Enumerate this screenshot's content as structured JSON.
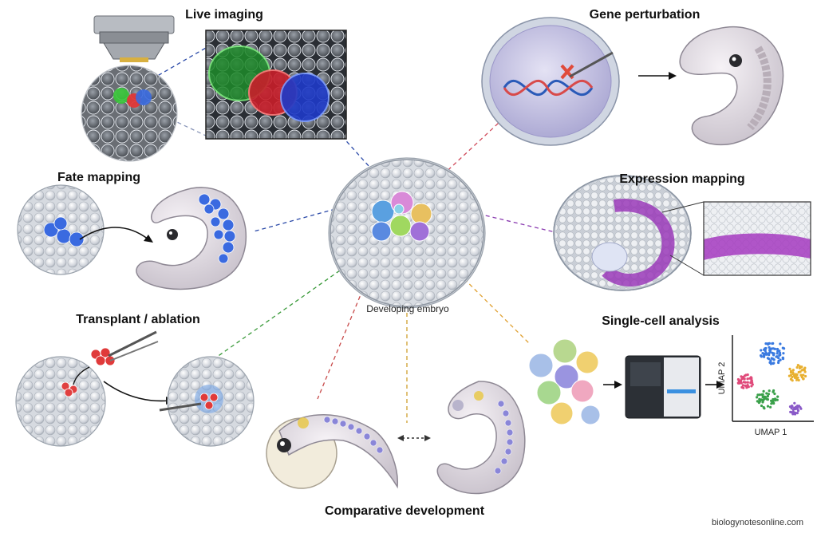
{
  "labels": {
    "live_imaging": "Live imaging",
    "gene_perturbation": "Gene perturbation",
    "fate_mapping": "Fate mapping",
    "expression_mapping": "Expression mapping",
    "transplant_ablation": "Transplant / ablation",
    "single_cell": "Single-cell analysis",
    "comparative": "Comparative development",
    "center": "Developing embryo",
    "umap_x": "UMAP 1",
    "umap_y": "UMAP 2",
    "credit": "biologynotesonline.com"
  },
  "colors": {
    "live_imaging": "#2b4aa8",
    "gene_perturbation": "#d04a5a",
    "fate_mapping": "#2b4aa8",
    "expression_mapping": "#8a3ab0",
    "transplant": "#3a9a3a",
    "comparative_red": "#c84a4a",
    "comparative_gold": "#d0a030",
    "single_cell": "#e0a030"
  }
}
